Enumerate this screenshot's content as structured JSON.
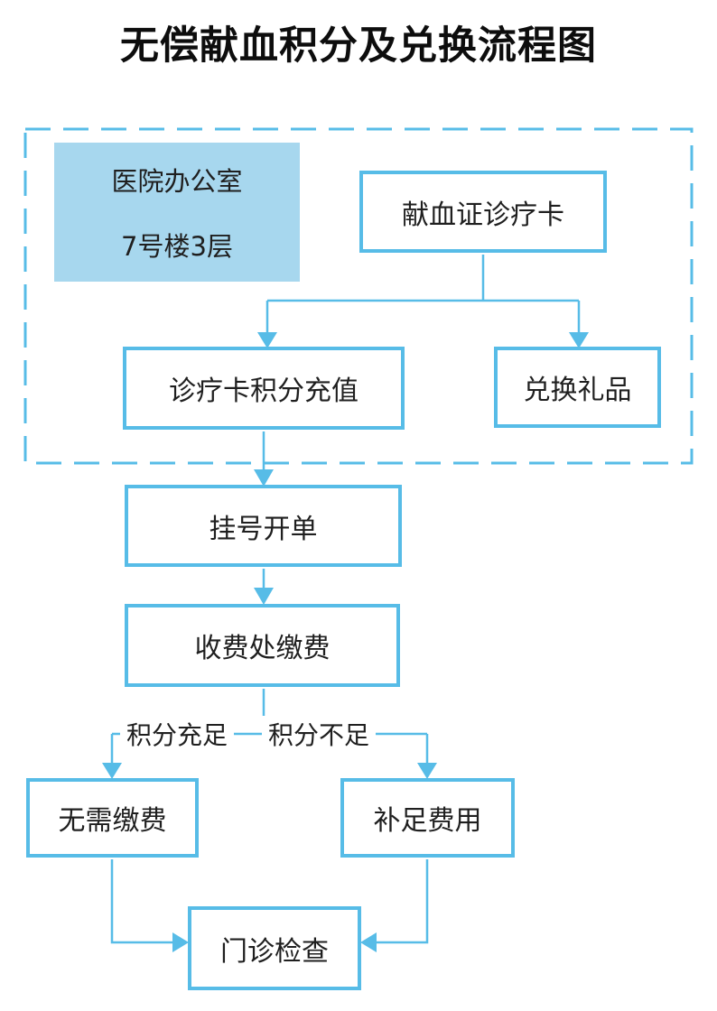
{
  "title": "无偿献血积分及兑换流程图",
  "colors": {
    "accent": "#57bce7",
    "fill_light": "#a7d7ee",
    "text": "#1f1f1f",
    "title_text": "#0d0d0d"
  },
  "flow": {
    "office_box": {
      "line1": "医院办公室",
      "line2": "7号楼3层"
    },
    "nodes": {
      "donation_card": {
        "label": "献血证诊疗卡"
      },
      "recharge": {
        "label": "诊疗卡积分充值"
      },
      "gift": {
        "label": "兑换礼品"
      },
      "register": {
        "label": "挂号开单"
      },
      "pay": {
        "label": "收费处缴费"
      },
      "no_pay": {
        "label": "无需缴费"
      },
      "make_up": {
        "label": "补足费用"
      },
      "outpatient": {
        "label": "门诊检查"
      }
    },
    "branches": {
      "enough": {
        "label": "积分充足"
      },
      "not_enough": {
        "label": "积分不足"
      }
    }
  }
}
